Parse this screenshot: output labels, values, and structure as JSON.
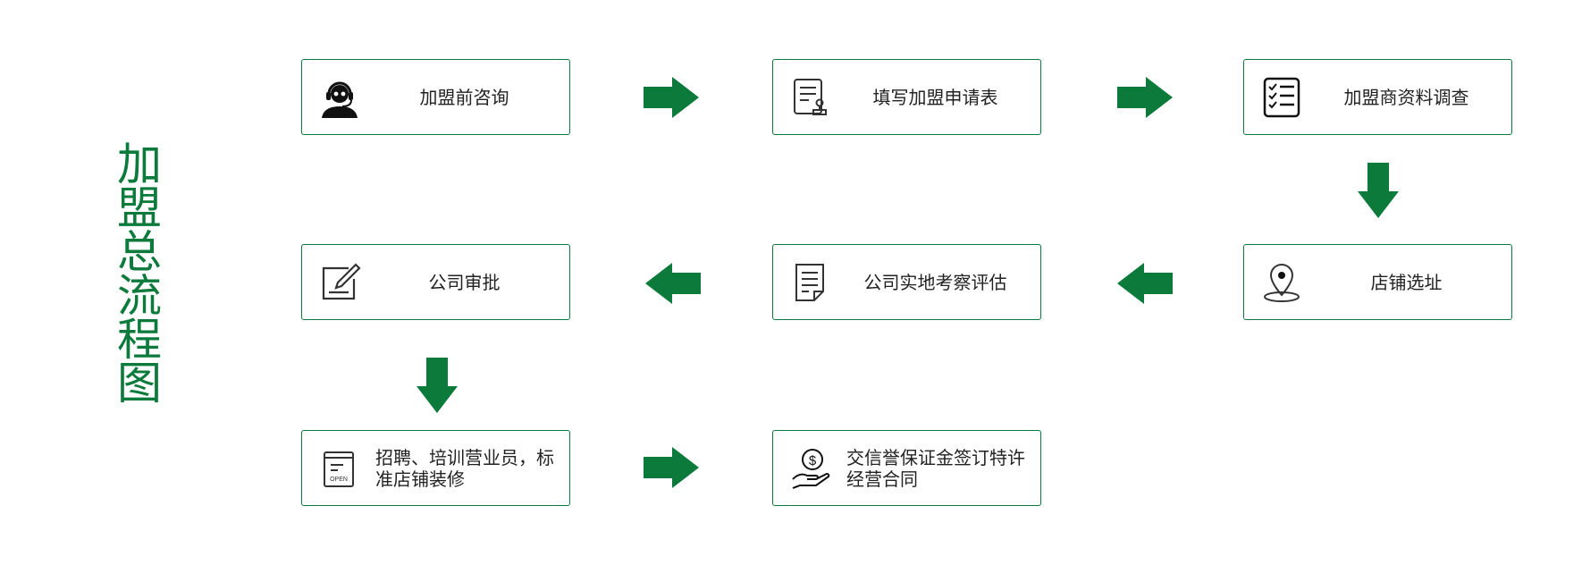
{
  "title": "加盟总流程图",
  "steps": [
    {
      "label": "加盟前咨询",
      "icon": "customer-service-icon"
    },
    {
      "label": "填写加盟申请表",
      "icon": "application-form-icon"
    },
    {
      "label": "加盟商资料调查",
      "icon": "checklist-icon"
    },
    {
      "label": "店铺选址",
      "icon": "location-pin-icon"
    },
    {
      "label": "公司实地考察评估",
      "icon": "document-icon"
    },
    {
      "label": "公司审批",
      "icon": "edit-approval-icon"
    },
    {
      "label": "招聘、培训营业员，标准店铺装修",
      "icon": "open-sign-icon"
    },
    {
      "label": "交信誉保证金签订特许经营合同",
      "icon": "money-hand-icon"
    }
  ],
  "colors": {
    "accent": "#0b7a3b"
  }
}
